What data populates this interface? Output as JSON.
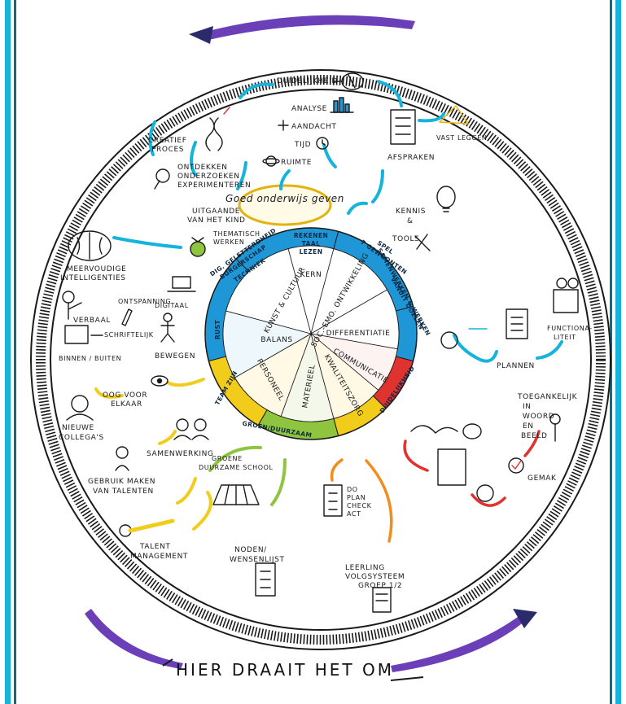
{
  "colors": {
    "cyan": "#16b3dc",
    "teal": "#0d6b82",
    "purple": "#6b3fb8",
    "blue": "#1f97d6",
    "yellow": "#f2cc1b",
    "green": "#8fc43e",
    "red": "#e0322f",
    "orange": "#f28c1b",
    "ink": "#1a1a1a"
  },
  "footer": {
    "title": "HIER DRAAIT HET OM"
  },
  "center": {
    "bubble": "Goed onderwijs geven",
    "segments": [
      "KERN",
      "KUNST & CULTUUR",
      "SOC.-EMO. ONTWIKKELING",
      "DIFFERENTIATIE",
      "BALANS",
      "PERSONEEL",
      "MATERIEEL",
      "KWALITEITSZORG",
      "COMMUNICATIE"
    ],
    "bands": [
      "REKENEN",
      "TAAL",
      "LEZEN",
      "SPEL",
      "7 GEWOONTEN",
      "DIG. GELETTERDHEID",
      "BURGERSCHAP",
      "TECHNIEK",
      "SAMENWERKEN & WERKEN",
      "VANUIT DOELEN",
      "RUST",
      "TEAM ZIJN",
      "GROEN/DUURZAAM",
      "DUIDELIJKHEID"
    ]
  },
  "labels": {
    "duidelijkheid": "DUIDELIJKHEID",
    "analyse": "ANALYSE",
    "aandacht": "AANDACHT",
    "tijd": "TIJD",
    "ruimte": "RUIMTE",
    "creatief": [
      "CREATIEF",
      "PROCES"
    ],
    "ontdekken": [
      "ONTDEKKEN",
      "ONDERZOEKEN",
      "EXPERIMENTEREN"
    ],
    "uitgaande": [
      "UITGAANDE",
      "VAN HET KIND"
    ],
    "thematisch": [
      "THEMATISCH",
      "WERKEN"
    ],
    "vastleggen": "VAST LEGGEN",
    "afspraken": "AFSPRAKEN",
    "kennis": [
      "KENNIS",
      "&",
      "TOOLS"
    ],
    "meervoudige": [
      "MEERVOUDIGE",
      "INTELLIGENTIES"
    ],
    "ontspanning": "ONTSPANNING",
    "digitaal": "DIGITAAL",
    "verbaal": "VERBAAL",
    "schriftelijk": "SCHRIFTELIJK",
    "binnen": "BINNEN / BUITEN",
    "bewegen": "BEWEGEN",
    "functionaliteit": [
      "FUNCTIONA-",
      "LITEIT"
    ],
    "plannen": "PLANNEN",
    "toegankelijk": [
      "TOEGANKELIJK",
      "IN",
      "WOORD",
      "EN",
      "BEELD"
    ],
    "gemak": "GEMAK",
    "oog": [
      "OOG VOOR",
      "ELKAAR"
    ],
    "nieuwe": [
      "NIEUWE",
      "COLLEGA'S"
    ],
    "samenwerking": "SAMENWERKING",
    "talenten": [
      "GEBRUIK MAKEN",
      "VAN TALENTEN"
    ],
    "groene": [
      "GROENE",
      "DUURZAME SCHOOL"
    ],
    "talent_mgmt": [
      "TALENT",
      "MANAGEMENT"
    ],
    "noden": [
      "NODEN/",
      "WENSENLIJST"
    ],
    "pdca": [
      "DO",
      "PLAN",
      "CHECK",
      "ACT"
    ],
    "leerling": [
      "LEERLING",
      "VOLGSYSTEEM",
      "GROEP 1/2"
    ]
  }
}
